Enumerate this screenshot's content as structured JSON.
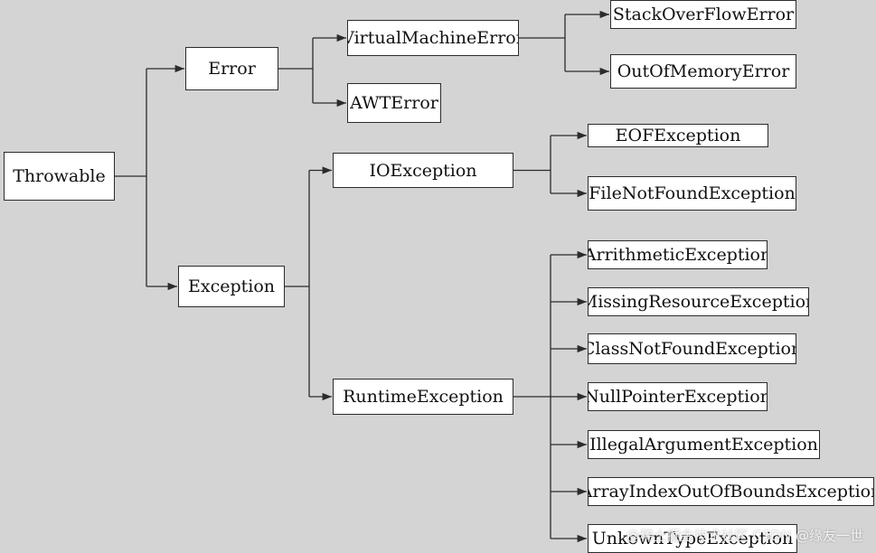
{
  "diagram": {
    "nodes": {
      "throwable": "Throwable",
      "error": "Error",
      "exception": "Exception",
      "virtual_machine_error": "VirtualMachineError",
      "awt_error": "AWTError",
      "stack_overflow_error": "StackOverFlowError",
      "out_of_memory_error": "OutOfMemoryError",
      "io_exception": "IOException",
      "runtime_exception": "RuntimeException",
      "eof_exception": "EOFException",
      "file_not_found_exception": "FileNotFoundException",
      "arithmetic_exception": "ArrithmeticException",
      "missing_resource_exception": "MissingResourceException",
      "class_not_found_exception": "ClassNotFoundException",
      "null_pointer_exception": "NullPointerException",
      "illegal_argument_exception": "IllegalArgumentException",
      "array_index_out_of_bounds_exception": "ArrayIndexOutOfBoundsException",
      "unkown_type_exception": "UnkownTypeException"
    },
    "edges": [
      [
        "throwable",
        "error"
      ],
      [
        "throwable",
        "exception"
      ],
      [
        "error",
        "virtual_machine_error"
      ],
      [
        "error",
        "awt_error"
      ],
      [
        "virtual_machine_error",
        "stack_overflow_error"
      ],
      [
        "virtual_machine_error",
        "out_of_memory_error"
      ],
      [
        "exception",
        "io_exception"
      ],
      [
        "exception",
        "runtime_exception"
      ],
      [
        "io_exception",
        "eof_exception"
      ],
      [
        "io_exception",
        "file_not_found_exception"
      ],
      [
        "runtime_exception",
        "arithmetic_exception"
      ],
      [
        "runtime_exception",
        "missing_resource_exception"
      ],
      [
        "runtime_exception",
        "class_not_found_exception"
      ],
      [
        "runtime_exception",
        "null_pointer_exception"
      ],
      [
        "runtime_exception",
        "illegal_argument_exception"
      ],
      [
        "runtime_exception",
        "array_index_out_of_bounds_exception"
      ],
      [
        "runtime_exception",
        "unkown_type_exception"
      ]
    ]
  },
  "watermark": "@稀土掘金技术社区 CSDN @缘友一世",
  "colors": {
    "background": "#d4d4d4",
    "box": "#ffffff",
    "line": "#2b2b2b"
  }
}
